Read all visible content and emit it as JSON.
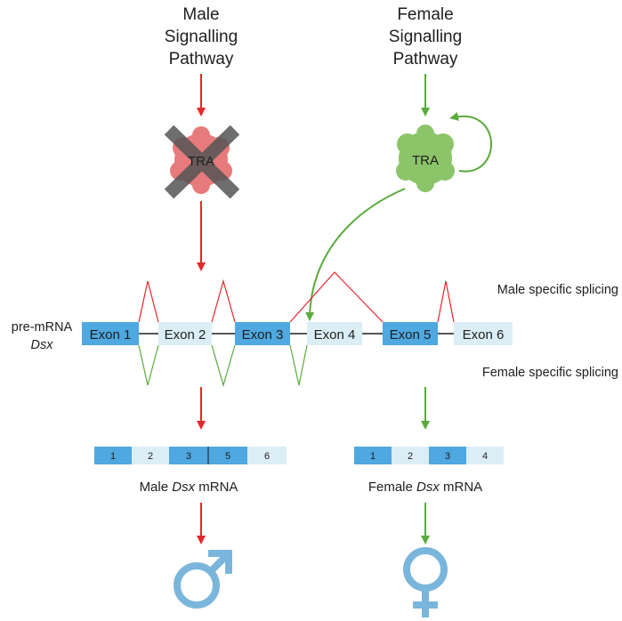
{
  "male_pathway": {
    "line1": "Male",
    "line2": "Signalling",
    "line3": "Pathway"
  },
  "female_pathway": {
    "line1": "Female",
    "line2": "Signalling",
    "line3": "Pathway"
  },
  "tra_male": "TRA",
  "tra_female": "TRA",
  "pre_mrna": {
    "line1": "pre-mRNA",
    "line2": "Dsx"
  },
  "exons": [
    "Exon 1",
    "Exon 2",
    "Exon 3",
    "Exon 4",
    "Exon 5",
    "Exon 6"
  ],
  "splicing": {
    "male": "Male specific splicing",
    "female": "Female specific splicing"
  },
  "male_mrna": {
    "segments": [
      "1",
      "2",
      "3",
      "5",
      "6"
    ],
    "label_prefix": "Male ",
    "label_gene": "Dsx",
    "label_suffix": " mRNA"
  },
  "female_mrna": {
    "segments": [
      "1",
      "2",
      "3",
      "4"
    ],
    "label_prefix": "Female ",
    "label_gene": "Dsx",
    "label_suffix": " mRNA"
  },
  "colors": {
    "exon_dark": "#4fa8df",
    "exon_light": "#dbeef5",
    "male_red": "#e8262a",
    "female_green": "#5aaa3c",
    "tra_red": "#e77a7a",
    "tra_green": "#8cc46a",
    "cross_gray": "#555555",
    "symbol_blue": "#7ab6dc"
  },
  "icons": [
    "male-symbol-icon",
    "female-symbol-icon",
    "cross-icon"
  ]
}
